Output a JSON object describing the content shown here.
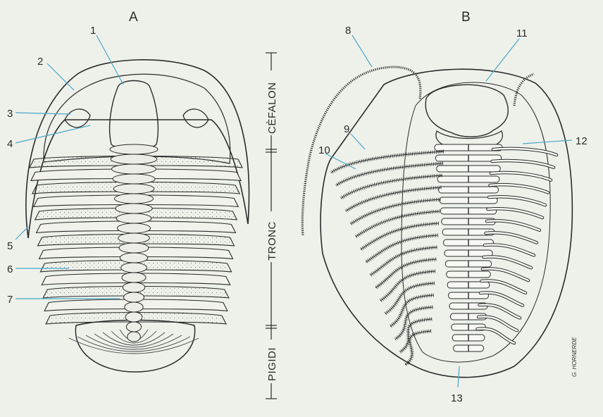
{
  "panels": {
    "left": "A",
    "right": "B"
  },
  "labels_a": [
    "1",
    "2",
    "3",
    "4",
    "5",
    "6",
    "7"
  ],
  "labels_b": [
    "8",
    "9",
    "10",
    "11",
    "12",
    "13"
  ],
  "regions": {
    "head": "CÈFALON",
    "trunk": "TRONC",
    "tail": "PIGIDI"
  },
  "signature": "G. HORNERDE",
  "colors": {
    "background": "#eef1ea",
    "ink": "#2b2b2b",
    "leader": "#4aa6c9"
  }
}
